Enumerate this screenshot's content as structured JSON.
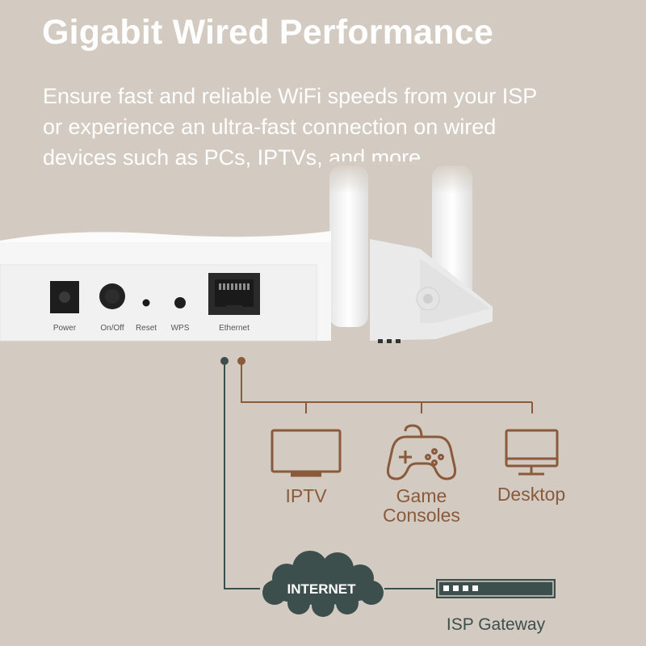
{
  "headline": "Gigabit Wired Performance",
  "description": {
    "line1": "Ensure fast and reliable WiFi speeds from your ISP",
    "line2": "or experience an ultra-fast connection on wired",
    "line3": "devices such as PCs, IPTVs, and more."
  },
  "router_ports": {
    "power": "Power",
    "on_off": "On/Off",
    "reset": "Reset",
    "wps": "WPS",
    "ethernet": "Ethernet"
  },
  "devices": {
    "iptv": "IPTV",
    "game_line1": "Game",
    "game_line2": "Consoles",
    "desktop": "Desktop"
  },
  "network": {
    "internet": "INTERNET",
    "isp_gateway": "ISP Gateway"
  },
  "colors": {
    "background": "#d3cbc1",
    "lan_line": "#8a5a3c",
    "wan_line": "#3d4f4c",
    "icon_brown": "#8a5a3c",
    "router_white": "#f7f7f7"
  },
  "icons": [
    "tv-icon",
    "gamepad-icon",
    "monitor-icon",
    "cloud-icon",
    "gateway-icon"
  ]
}
